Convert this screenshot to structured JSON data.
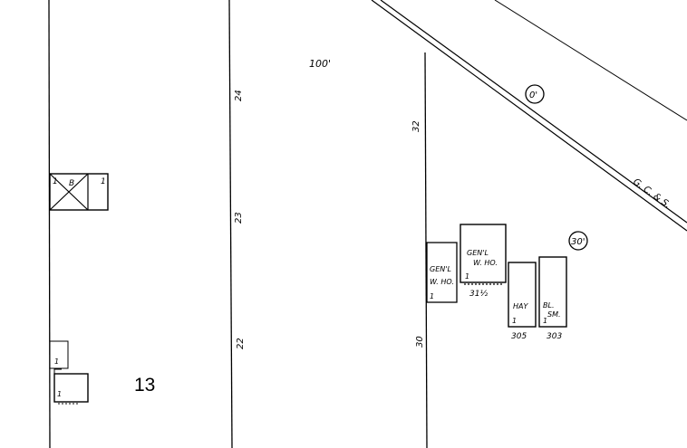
{
  "map": {
    "block_number": "13",
    "dimension_top": "100'",
    "rail_label": "G. C. & S.",
    "circle_top": "0'",
    "circle_right": "30'",
    "street_numbers_left": [
      "24",
      "23",
      "22"
    ],
    "street_numbers_right": [
      "32",
      "30"
    ],
    "buildings": {
      "warehouse_left": {
        "line1": "GEN'L",
        "line2": "W. HO.",
        "mark": "1"
      },
      "warehouse_right": {
        "line1": "GEN'L",
        "line2": "W. HO.",
        "mark": "1",
        "address": "31½"
      },
      "hay": {
        "label": "HAY",
        "mark": "1",
        "address": "305"
      },
      "blacksmith": {
        "line1": "BL.",
        "line2": "SM.",
        "mark": "1",
        "address": "303"
      },
      "x_building": {
        "left_mark": "1",
        "middle_mark": "B",
        "right_mark": "1"
      },
      "small_upper": {
        "mark": "1"
      },
      "small_lower": {
        "mark": "1"
      }
    }
  }
}
